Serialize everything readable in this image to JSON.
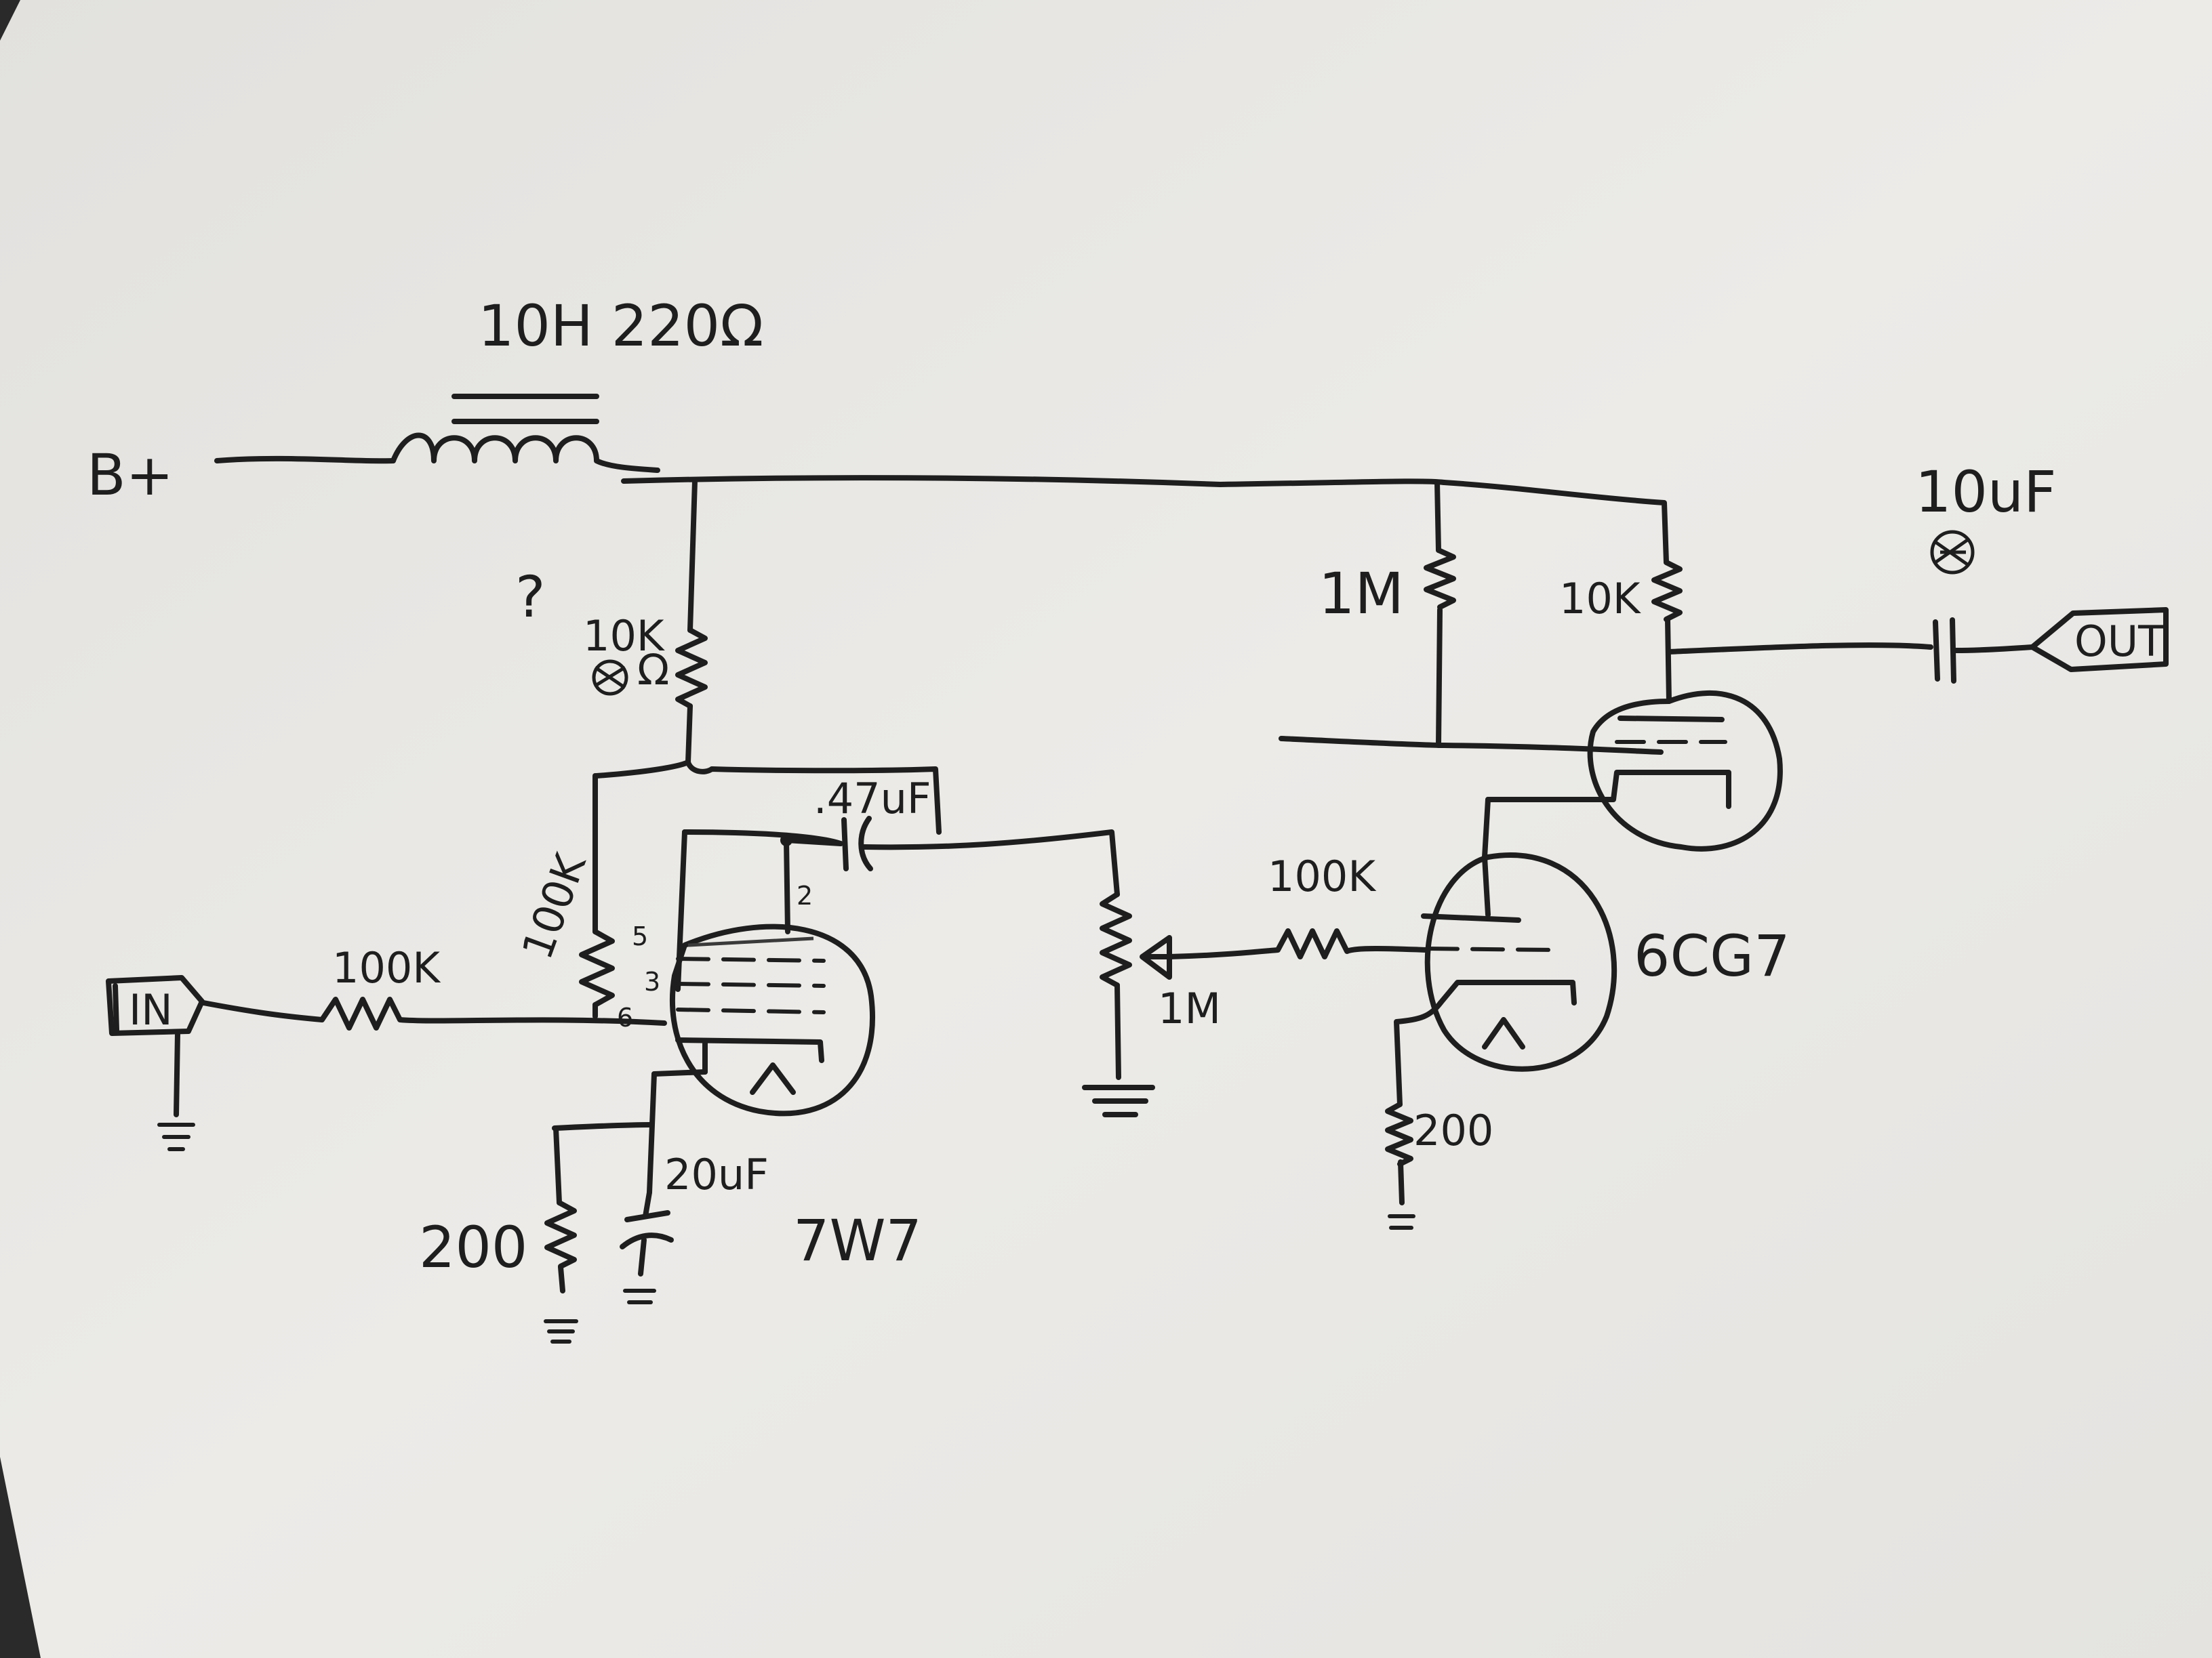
{
  "labels": {
    "bplus": "B+",
    "choke": "10H 220Ω",
    "plate_res_q": "?",
    "plate_res": "10K",
    "plate_res_unit": "Ω",
    "screen_res": "100K",
    "coupling_cap": ".47uF",
    "pin2": "2",
    "pin5": "5",
    "pin3": "3",
    "pin6": "6",
    "input": "IN",
    "input_res": "100K",
    "cathode_res_1": "200",
    "cathode_cap": "20uF",
    "tube1": "7W7",
    "volume_pot": "1M",
    "grid_res": "100K",
    "tube2": "6CG7",
    "grid_leak": "1M",
    "plate_res_2": "10K",
    "cathode_res_2": "200",
    "output_cap": "10uF",
    "output": "OUT"
  },
  "colors": {
    "paper": "#ecebe8",
    "ink": "#1e1e1e",
    "background": "#2a2a2a"
  }
}
